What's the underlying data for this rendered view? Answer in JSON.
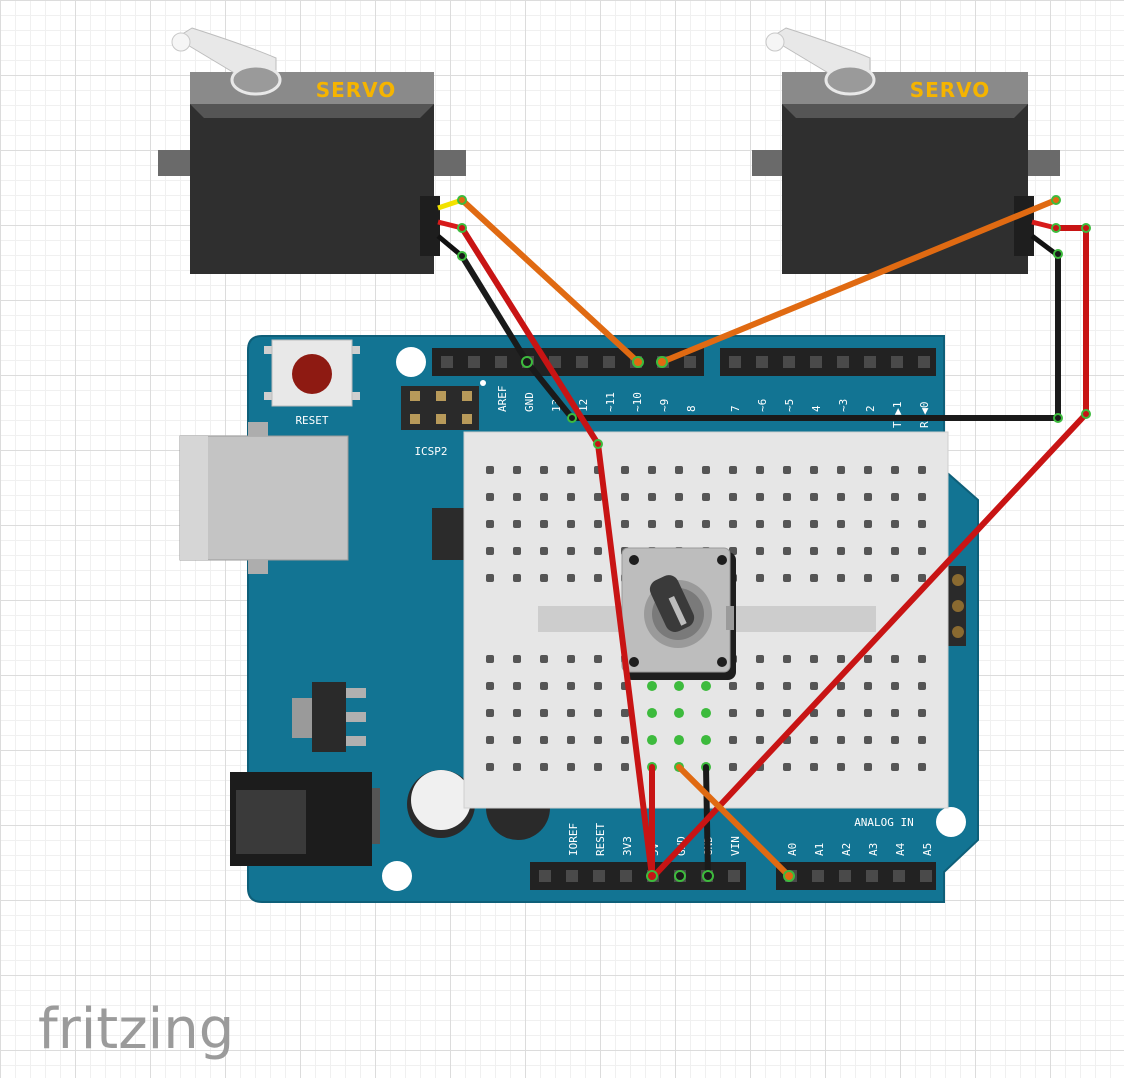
{
  "servo_left": {
    "label": "SERVO"
  },
  "servo_right": {
    "label": "SERVO"
  },
  "board": {
    "reset_label": "RESET",
    "icsp_label": "ICSP2",
    "digital_header_left": [
      "AREF",
      "GND",
      "13",
      "12",
      "~11",
      "~10",
      "~9",
      "8"
    ],
    "digital_header_right": [
      "7",
      "~6",
      "~5",
      "4",
      "~3",
      "2",
      "TX▶1",
      "RX◀0"
    ],
    "power_header": [
      "IOREF",
      "RESET",
      "3V3",
      "5V",
      "GND",
      "GND",
      "VIN"
    ],
    "analog_title": "ANALOG IN",
    "analog_header": [
      "A0",
      "A1",
      "A2",
      "A3",
      "A4",
      "A5"
    ]
  },
  "logo": {
    "text": "fritzing"
  },
  "colors": {
    "board": "#127493",
    "wire_red": "#c81414",
    "wire_black": "#1a1a1a",
    "wire_orange": "#e06a12",
    "servo_body": "#2f2f2f",
    "servo_label": "#f5b400"
  }
}
